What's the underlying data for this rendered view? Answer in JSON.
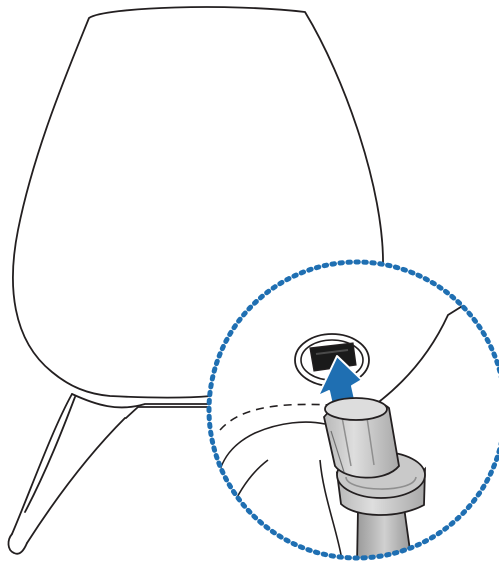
{
  "colors": {
    "background": "#ffffff",
    "line": "#231f20",
    "accent_blue": "#1f6fb2",
    "plug_fill": "#c9c9c9",
    "plug_dark": "#8f8f8f",
    "port_dark": "#1a1a1a"
  },
  "illustration": {
    "main_object": "speaker-body-icon",
    "detail_callout": "zoom-circle",
    "action": "insert-power-plug",
    "arrow_direction": "up"
  }
}
